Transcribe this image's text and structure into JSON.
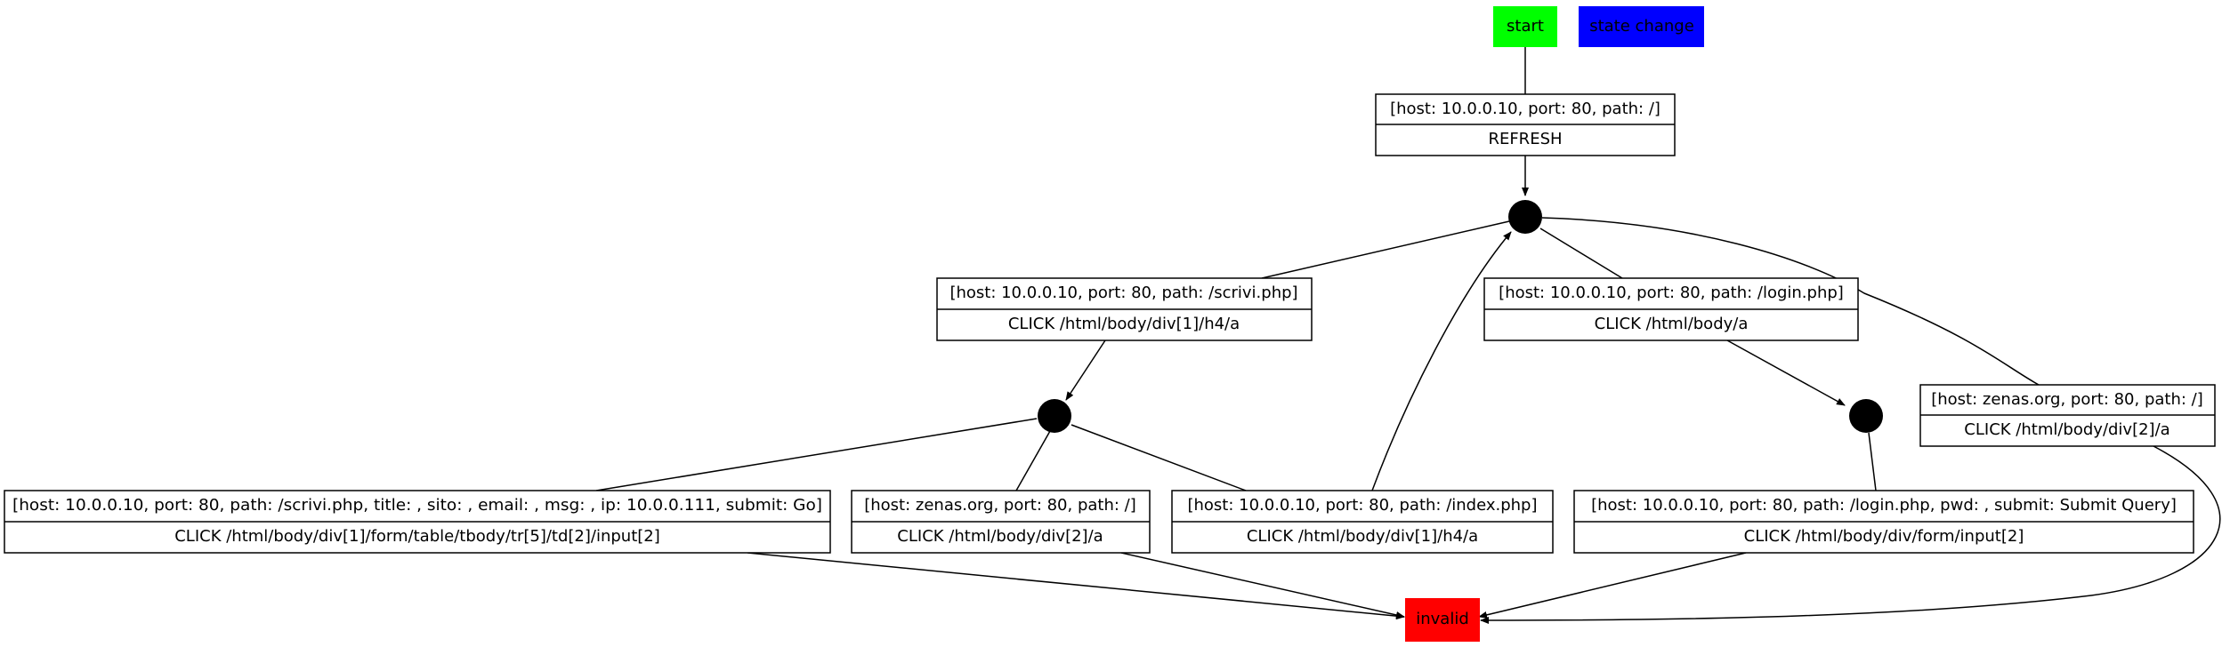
{
  "legend": {
    "start": {
      "label": "start",
      "color": "#00ff00"
    },
    "state_change": {
      "label": "state change",
      "color": "#0000ff"
    }
  },
  "terminal": {
    "label": "invalid",
    "color": "#ff0000"
  },
  "state_color": "#000000",
  "actions": {
    "refresh": {
      "target": "[host: 10.0.0.10, port: 80, path: /]",
      "action": "REFRESH"
    },
    "scrivi": {
      "target": "[host: 10.0.0.10, port: 80, path: /scrivi.php]",
      "action": "CLICK /html/body/div[1]/h4/a"
    },
    "login": {
      "target": "[host: 10.0.0.10, port: 80, path: /login.php]",
      "action": "CLICK /html/body/a"
    },
    "zenas_top": {
      "target": "[host: zenas.org, port: 80, path: /]",
      "action": "CLICK /html/body/div[2]/a"
    },
    "scrivi_form": {
      "target": "[host: 10.0.0.10, port: 80, path: /scrivi.php, title: , sito: , email: , msg: , ip: 10.0.0.111, submit: Go]",
      "action": "CLICK /html/body/div[1]/form/table/tbody/tr[5]/td[2]/input[2]"
    },
    "zenas_mid": {
      "target": "[host: zenas.org, port: 80, path: /]",
      "action": "CLICK /html/body/div[2]/a"
    },
    "index": {
      "target": "[host: 10.0.0.10, port: 80, path: /index.php]",
      "action": "CLICK /html/body/div[1]/h4/a"
    },
    "login_form": {
      "target": "[host: 10.0.0.10, port: 80, path: /login.php, pwd: , submit: Submit Query]",
      "action": "CLICK /html/body/div/form/input[2]"
    }
  }
}
